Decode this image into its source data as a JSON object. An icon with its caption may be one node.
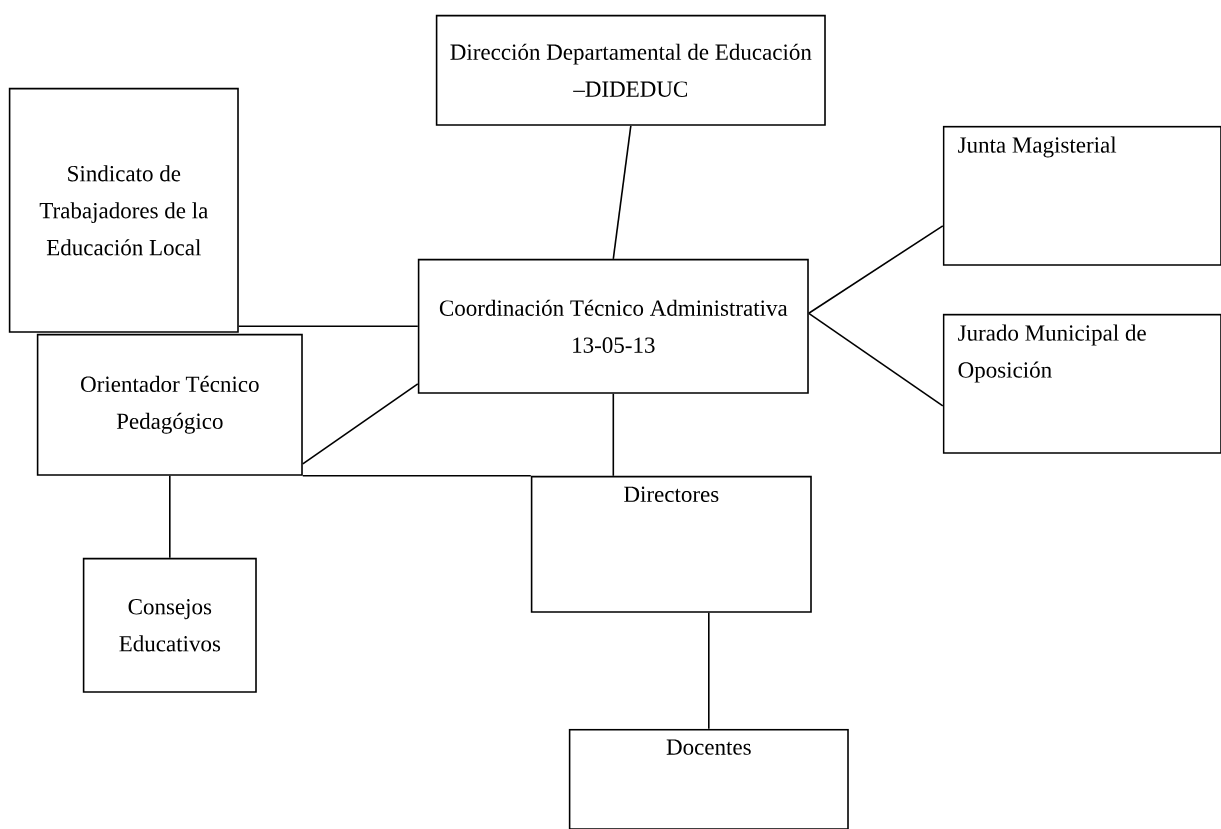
{
  "diagram": {
    "nodes": [
      {
        "text": [
          "Dirección Departamental de Educación –DIDEDUC"
        ]
      },
      {
        "text": [
          "Sindicato de Trabajadores de la Educación Local"
        ]
      },
      {
        "text": [
          "Junta Magisterial"
        ]
      },
      {
        "text": [
          "Coordinación Técnico Administrativa 13-05-13"
        ]
      },
      {
        "text": [
          "Jurado Municipal de Oposición"
        ]
      },
      {
        "text": [
          "Orientador Técnico Pedagógico"
        ]
      },
      {
        "text": [
          "Directores"
        ]
      },
      {
        "text": [
          "Consejos Educativos"
        ]
      },
      {
        "text": [
          "Docentes"
        ]
      }
    ],
    "edges": [
      {
        "from": 0,
        "to": 3,
        "arrow": "none"
      },
      {
        "from": 1,
        "to": 3,
        "arrow": "none"
      },
      {
        "from": 3,
        "to": 2,
        "arrow": "none"
      },
      {
        "from": 3,
        "to": 4,
        "arrow": "none"
      },
      {
        "from": 3,
        "to": 5,
        "arrow": "none"
      },
      {
        "from": 3,
        "to": 6,
        "arrow": "none"
      },
      {
        "from": 5,
        "to": 6,
        "arrow": "none"
      },
      {
        "from": 5,
        "to": 7,
        "arrow": "none"
      },
      {
        "from": 6,
        "to": 8,
        "arrow": "none"
      }
    ]
  }
}
